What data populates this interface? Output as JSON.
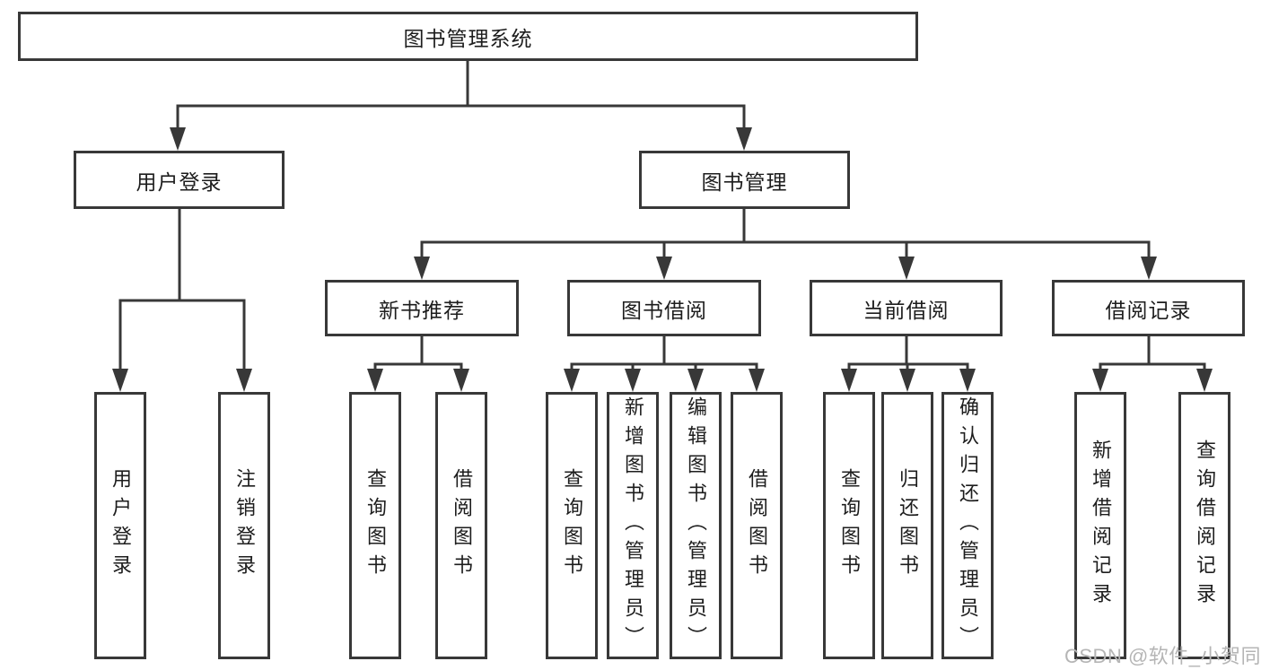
{
  "diagram": {
    "colors": {
      "line": "#383838",
      "text": "#1d1d1d",
      "background": "#ffffff",
      "watermark_text": "#b5b5b5"
    },
    "nodes": {
      "root": {
        "label": "图书管理系统"
      },
      "level2": [
        {
          "id": "user-login",
          "label": "用户登录"
        },
        {
          "id": "book-management",
          "label": "图书管理"
        }
      ],
      "level3": [
        {
          "id": "new-book-recommendation",
          "parent": "图书管理",
          "label": "新书推荐"
        },
        {
          "id": "book-borrowing",
          "parent": "图书管理",
          "label": "图书借阅"
        },
        {
          "id": "current-borrowing",
          "parent": "图书管理",
          "label": "当前借阅"
        },
        {
          "id": "borrowing-records",
          "parent": "图书管理",
          "label": "借阅记录"
        }
      ],
      "leaves": [
        {
          "parent": "用户登录",
          "label": "用户登录"
        },
        {
          "parent": "用户登录",
          "label": "注销登录"
        },
        {
          "parent": "新书推荐",
          "label": "查询图书"
        },
        {
          "parent": "新书推荐",
          "label": "借阅图书"
        },
        {
          "parent": "图书借阅",
          "label": "查询图书"
        },
        {
          "parent": "图书借阅",
          "label": "新增图书（管理员）"
        },
        {
          "parent": "图书借阅",
          "label": "编辑图书（管理员）"
        },
        {
          "parent": "图书借阅",
          "label": "借阅图书"
        },
        {
          "parent": "当前借阅",
          "label": "查询图书"
        },
        {
          "parent": "当前借阅",
          "label": "归还图书"
        },
        {
          "parent": "当前借阅",
          "label": "确认归还（管理员）"
        },
        {
          "parent": "借阅记录",
          "label": "新增借阅记录"
        },
        {
          "parent": "借阅记录",
          "label": "查询借阅记录"
        }
      ]
    },
    "watermark": "CSDN @软件_小贺同学"
  }
}
